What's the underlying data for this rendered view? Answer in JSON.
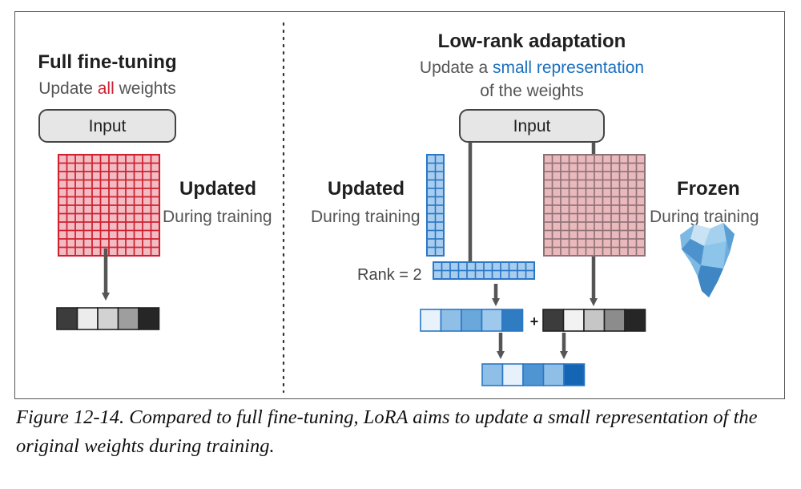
{
  "left_panel": {
    "title": "Full fine-tuning",
    "subtitle_prefix": "Update ",
    "subtitle_highlight": "all",
    "subtitle_suffix": " weights",
    "input_label": "Input",
    "status_title": "Updated",
    "status_sub": "During training",
    "output_vector_colors": [
      "#3c3c3c",
      "#ececec",
      "#d2d2d2",
      "#9e9e9e",
      "#262626"
    ]
  },
  "right_panel": {
    "title": "Low-rank adaptation",
    "subtitle_line1_prefix": "Update a ",
    "subtitle_line1_highlight": "small representation",
    "subtitle_line2": "of the weights",
    "input_label": "Input",
    "updated_title": "Updated",
    "updated_sub": "During training",
    "frozen_title": "Frozen",
    "frozen_sub": "During training",
    "rank_label": "Rank = 2",
    "plus_sign": "+",
    "lora_vector_colors": [
      "#e8f2fb",
      "#8fbfe6",
      "#6aa7db",
      "#9ec8ec",
      "#2f7cc3"
    ],
    "frozen_vector_colors": [
      "#3c3c3c",
      "#f2f2f2",
      "#c6c6c6",
      "#8c8c8c",
      "#262626"
    ],
    "result_vector_colors": [
      "#8fbfe6",
      "#e6f1fb",
      "#4f95d3",
      "#8fbfe6",
      "#1466b5"
    ]
  },
  "colors": {
    "updated_red": "#cc2233",
    "updated_red_fill": "#f2bcc2",
    "frozen_pink_fill": "#e9b9bd",
    "frozen_pink_line": "#8d7275",
    "lora_blue": "#2a78c6",
    "lora_blue_fill": "#a9cdee",
    "highlight_blue": "#1a6fc0",
    "arrow_gray": "#555555"
  },
  "caption": "Figure 12-14. Compared to full fine-tuning, LoRA aims to update a small representation of the original weights during training."
}
